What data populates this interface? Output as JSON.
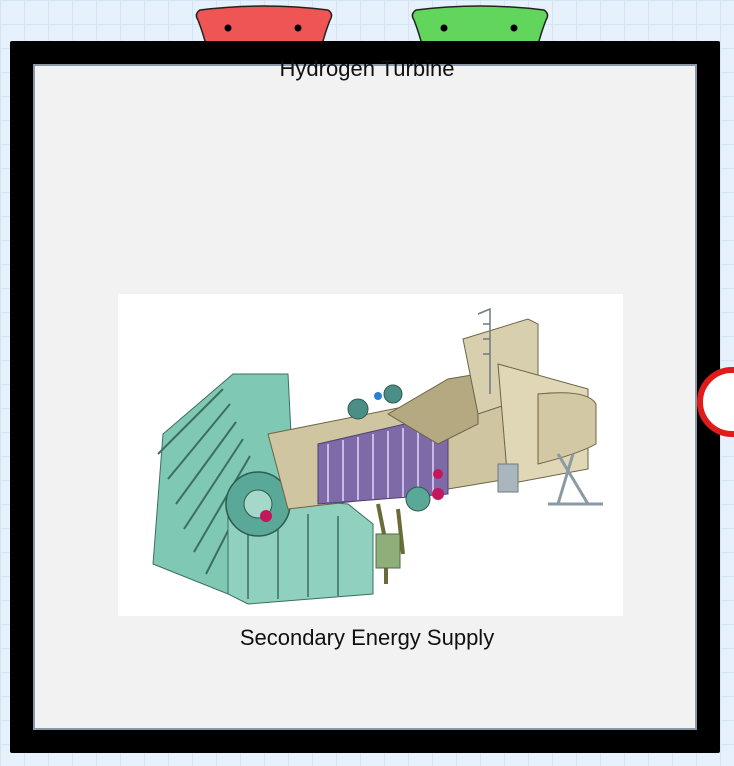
{
  "block": {
    "title": "Hydrogen Turbine",
    "subtitle": "Secondary Energy Supply"
  },
  "ports": {
    "top_left": {
      "color": "#e8534f"
    },
    "top_right": {
      "color": "#5fd35a"
    },
    "right": {
      "color": "#e01b1b"
    }
  },
  "image": {
    "subject": "hydrogen gas turbine cutaway",
    "background": "#ffffff"
  }
}
